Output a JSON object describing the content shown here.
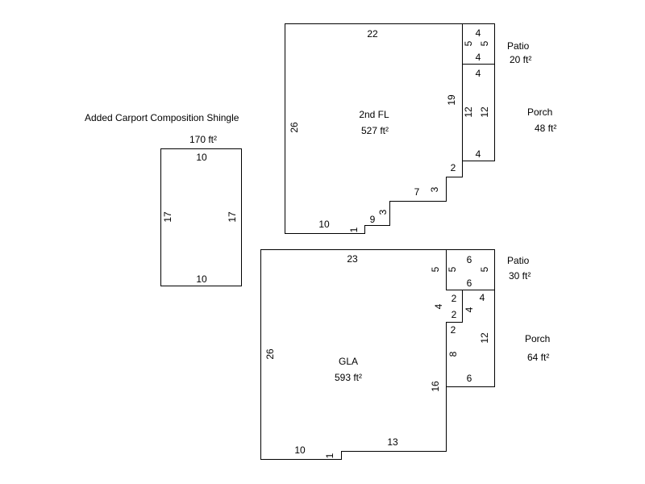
{
  "carport": {
    "title": "Added Carport Composition Shingle",
    "area": "170 ft²",
    "dims": {
      "top": "10",
      "bottom": "10",
      "left": "17",
      "right": "17"
    }
  },
  "second_floor": {
    "name": "2nd FL",
    "area": "527 ft²",
    "dims": {
      "top": "22",
      "left": "26",
      "right": "19",
      "step1": "2",
      "step2": "3",
      "step3": "7",
      "step4a": "9",
      "step4b": "3",
      "step5": "1",
      "bottom": "10"
    },
    "patio": {
      "name": "Patio",
      "area": "20 ft²",
      "dims": {
        "top": "4",
        "bottom": "4",
        "left": "5",
        "right": "5"
      }
    },
    "porch": {
      "name": "Porch",
      "area": "48 ft²",
      "dims": {
        "top": "4",
        "bottom": "4",
        "left": "12",
        "right": "12"
      }
    }
  },
  "gla": {
    "name": "GLA",
    "area": "593 ft²",
    "dims": {
      "top": "23",
      "left": "26",
      "right_upper": "5",
      "notch_top": "2",
      "notch_side": "4",
      "notch_bottom": "2",
      "right_lower": "16",
      "bottom_right": "13",
      "step": "1",
      "bottom_left": "10"
    },
    "patio": {
      "name": "Patio",
      "area": "30 ft²",
      "dims": {
        "top": "6",
        "bottom": "6",
        "left": "5",
        "right": "5"
      }
    },
    "porch": {
      "name": "Porch",
      "area": "64 ft²",
      "dims": {
        "top": "4",
        "notch_side": "4",
        "notch": "2",
        "left": "8",
        "right": "12",
        "bottom": "6"
      }
    }
  }
}
